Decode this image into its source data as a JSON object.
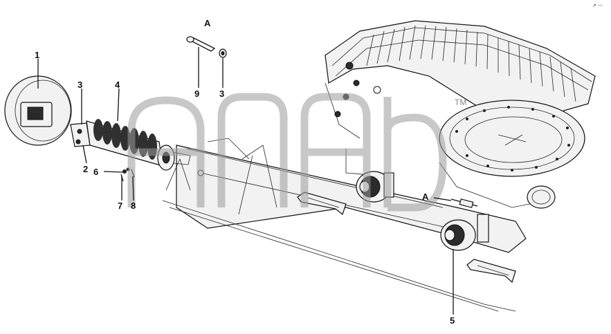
{
  "diagram": {
    "callouts": {
      "c1": "1",
      "c2": "2",
      "c3a": "3",
      "c3b": "3",
      "c4": "4",
      "c5": "5",
      "c6": "6",
      "c7": "7",
      "c8": "8",
      "c9": "9",
      "view_a_top": "A",
      "view_a_mid": "A"
    },
    "corner_mark": "↗ ---",
    "watermark_tm": "TM"
  }
}
